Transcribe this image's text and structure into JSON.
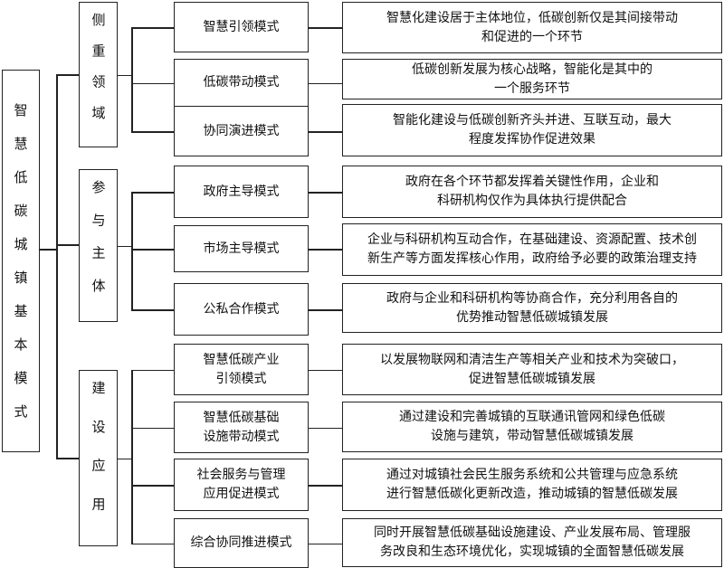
{
  "root": {
    "label": "智慧低碳城镇基本模式"
  },
  "categories": [
    {
      "label": "侧重领域"
    },
    {
      "label": "参与主体"
    },
    {
      "label": "建设应用"
    }
  ],
  "modes": [
    {
      "label": "智慧引领模式",
      "desc": [
        "智慧化建设居于主体地位，低碳创新仅是其间接带动",
        "和促进的一个环节"
      ]
    },
    {
      "label": "低碳带动模式",
      "desc": [
        "低碳创新发展为核心战略，智能化是其中的",
        "一个服务环节"
      ]
    },
    {
      "label": "协同演进模式",
      "desc": [
        "智能化建设与低碳创新齐头并进、互联互动，最大",
        "程度发挥协作促进效果"
      ]
    },
    {
      "label": "政府主导模式",
      "desc": [
        "政府在各个环节都发挥着关键性作用，企业和",
        "科研机构仅作为具体执行提供配合"
      ]
    },
    {
      "label": "市场主导模式",
      "desc": [
        "企业与科研机构互动合作，在基础建设、资源配置、技术创",
        "新生产等方面发挥核心作用，政府给予必要的政策治理支持"
      ]
    },
    {
      "label": "公私合作模式",
      "desc": [
        "政府与企业和科研机构等协商合作，充分利用各自的",
        "优势推动智慧低碳城镇发展"
      ]
    },
    {
      "label": "智慧低碳产业\n引领模式",
      "desc": [
        "以发展物联网和清洁生产等相关产业和技术为突破口，",
        "促进智慧低碳城镇发展"
      ]
    },
    {
      "label": "智慧低碳基础\n设施带动模式",
      "desc": [
        "通过建设和完善城镇的互联通讯管网和绿色低碳",
        "设施与建筑，带动智慧低碳城镇发展"
      ]
    },
    {
      "label": "社会服务与管理\n应用促进模式",
      "desc": [
        "通过对城镇社会民生服务系统和公共管理与应急系统",
        "进行智慧低碳化更新改造，推动城镇的智慧低碳发展"
      ]
    },
    {
      "label": "综合协同推进模式",
      "desc": [
        "同时开展智慧低碳基础设施建设、产业发展布局、管理服",
        "务改良和生态环境优化，实现城镇的全面智慧低碳发展"
      ]
    }
  ]
}
